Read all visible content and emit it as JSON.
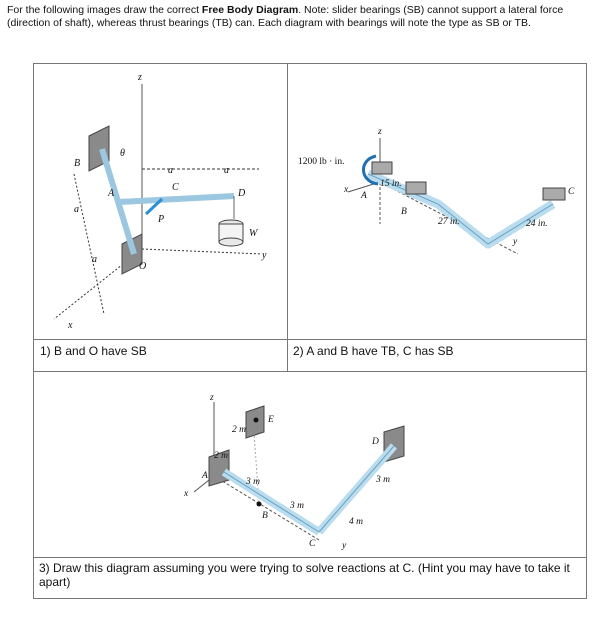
{
  "instructions": {
    "prefix": "For the following images draw the correct ",
    "bold": "Free Body Diagram",
    "suffix": ". Note: slider bearings (SB) cannot support a lateral force (direction of shaft), whereas thrust bearings (TB) can.  Each diagram with bearings will note the type as SB or TB."
  },
  "problems": [
    {
      "caption": "1) B and O have SB",
      "labels": {
        "z": "z",
        "x": "x",
        "y": "y",
        "B": "B",
        "A": "A",
        "C": "C",
        "D": "D",
        "O": "O",
        "P": "P",
        "W": "W",
        "theta": "θ",
        "a1": "a",
        "a2": "a",
        "a3": "a",
        "a4": "a"
      }
    },
    {
      "caption": "2) A and B have TB, C has SB",
      "labels": {
        "moment": "1200 lb · in.",
        "z": "z",
        "x": "x",
        "y": "y",
        "A": "A",
        "B": "B",
        "C": "C",
        "d1": "15 in.",
        "d2": "27 in.",
        "d3": "24 in."
      }
    },
    {
      "caption": "3) Draw this diagram assuming you were trying to solve reactions at C. (Hint you may have to take it apart)",
      "labels": {
        "z": "z",
        "x": "x",
        "y": "y",
        "A": "A",
        "B": "B",
        "C": "C",
        "D": "D",
        "E": "E",
        "d1": "2 m",
        "d2": "2 m",
        "d3": "3 m",
        "d4": "3 m",
        "d5": "3 m",
        "d6": "4 m"
      }
    }
  ]
}
